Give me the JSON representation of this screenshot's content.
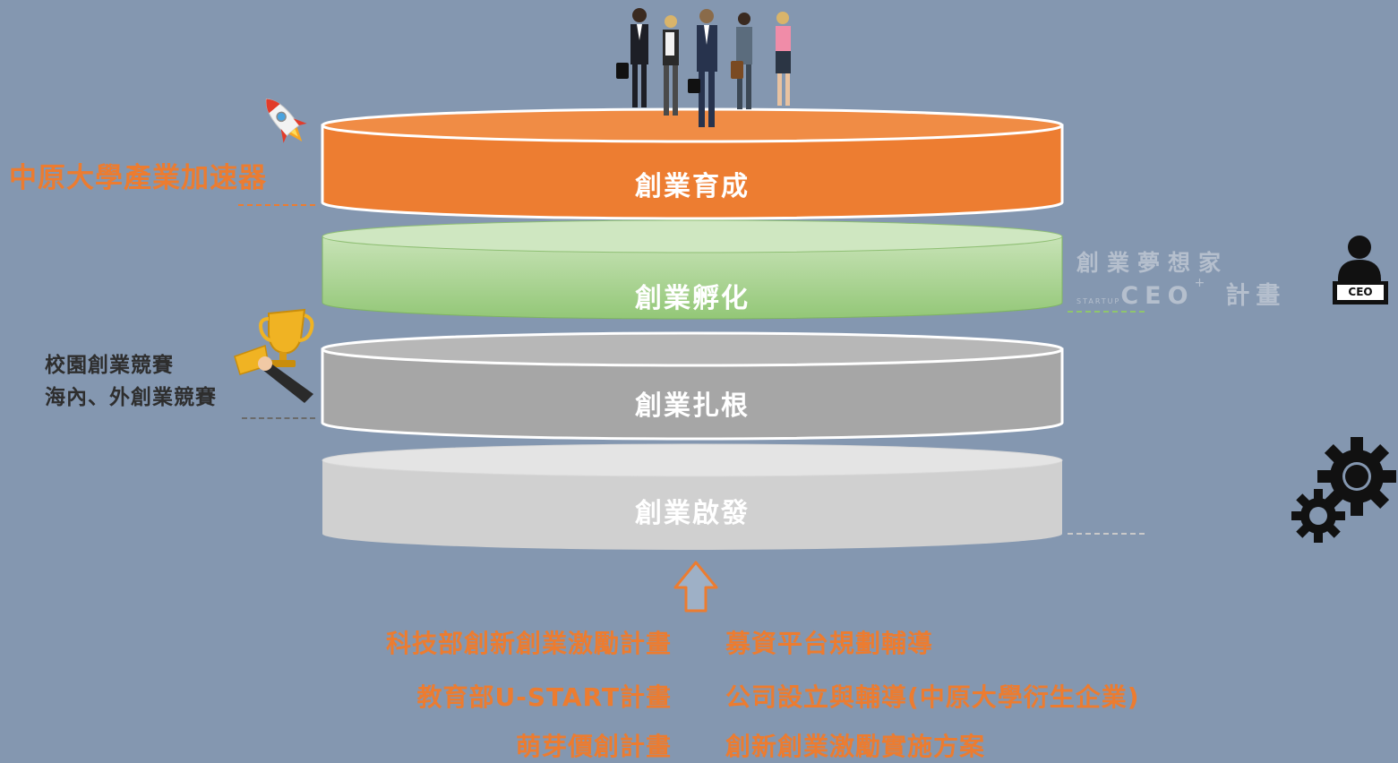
{
  "layers": [
    {
      "label": "創業育成",
      "fill": "#ed7d31"
    },
    {
      "label": "創業孵化",
      "fill": "#a5d18a"
    },
    {
      "label": "創業扎根",
      "fill": "#a5a5a5"
    },
    {
      "label": "創業啟發",
      "fill": "#d0d0d0"
    }
  ],
  "left": {
    "accelerator": "中原大學產業加速器",
    "competitions": [
      "校園創業競賽",
      "海內、外創業競賽"
    ]
  },
  "right": {
    "ceo_line1": "創業夢想家",
    "ceo_startup": "STARTUP",
    "ceo_word": "CEO",
    "ceo_plus": "+",
    "ceo_plan": "計畫",
    "ceo_badge": "CEO"
  },
  "plans": {
    "left": [
      "科技部創新創業激勵計畫",
      "教育部U-START計畫",
      "萌芽價創計畫"
    ],
    "right": [
      "募資平台規劃輔導",
      "公司設立與輔導(中原大學衍生企業)",
      "創新創業激勵實施方案"
    ]
  },
  "colors": {
    "background": "#8497b0",
    "accent": "#ec7c30"
  }
}
